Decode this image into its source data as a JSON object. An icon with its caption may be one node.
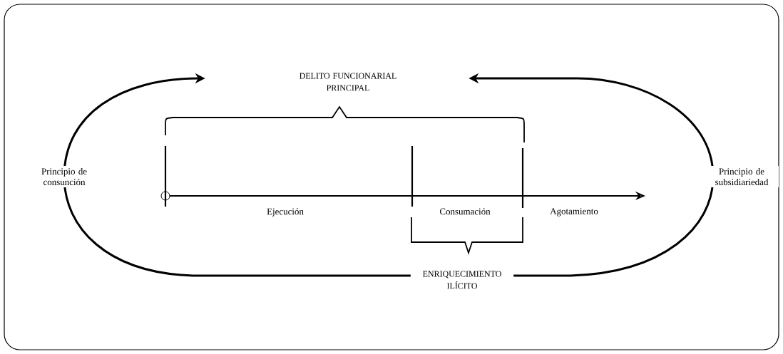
{
  "diagram": {
    "nodes": [
      {
        "text": [
          "DELITO FUNCIONARIAL PRINCIPAL"
        ]
      },
      {
        "text": [
          "ENRIQUECIMIENTO ILÍCITO"
        ]
      }
    ],
    "edges": [
      {
        "from": 1,
        "to": 0,
        "arrow": "to",
        "label": "Principio de consunción"
      },
      {
        "from": 1,
        "to": 0,
        "arrow": "to",
        "label": "Principio de subsidiariedad"
      }
    ],
    "labels": [
      "Ejecución",
      "Consumación",
      "Agotamiento"
    ]
  }
}
